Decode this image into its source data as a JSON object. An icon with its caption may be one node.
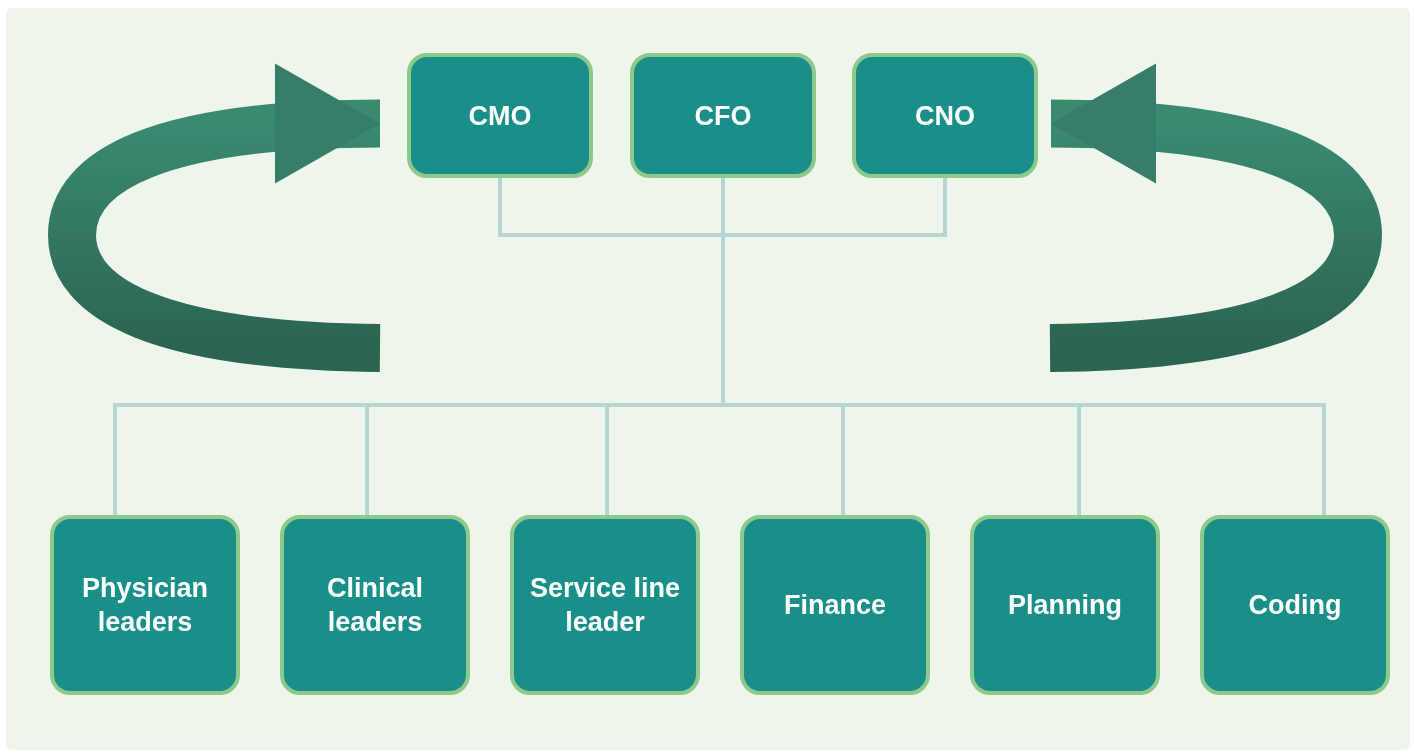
{
  "diagram": {
    "nodes": [
      {
        "text": [
          "CMO"
        ]
      },
      {
        "text": [
          "CFO"
        ]
      },
      {
        "text": [
          "CNO"
        ]
      },
      {
        "text": [
          "Physician leaders"
        ]
      },
      {
        "text": [
          "Clinical leaders"
        ]
      },
      {
        "text": [
          "Service line leader"
        ]
      },
      {
        "text": [
          "Finance"
        ]
      },
      {
        "text": [
          "Planning"
        ]
      },
      {
        "text": [
          "Coding"
        ]
      }
    ],
    "edges": [
      {
        "from": null,
        "to": 0,
        "arrow": "to",
        "style": "thick"
      },
      {
        "from": null,
        "to": 2,
        "arrow": "to",
        "style": "thick"
      },
      {
        "from": 0,
        "to": 3,
        "arrow": "none"
      },
      {
        "from": 0,
        "to": 4,
        "arrow": "none"
      },
      {
        "from": 0,
        "to": 5,
        "arrow": "none"
      },
      {
        "from": 0,
        "to": 6,
        "arrow": "none"
      },
      {
        "from": 0,
        "to": 7,
        "arrow": "none"
      },
      {
        "from": 0,
        "to": 8,
        "arrow": "none"
      },
      {
        "from": 1,
        "to": 3,
        "arrow": "none"
      },
      {
        "from": 1,
        "to": 4,
        "arrow": "none"
      },
      {
        "from": 1,
        "to": 5,
        "arrow": "none"
      },
      {
        "from": 1,
        "to": 6,
        "arrow": "none"
      },
      {
        "from": 1,
        "to": 7,
        "arrow": "none"
      },
      {
        "from": 1,
        "to": 8,
        "arrow": "none"
      },
      {
        "from": 2,
        "to": 3,
        "arrow": "none"
      },
      {
        "from": 2,
        "to": 4,
        "arrow": "none"
      },
      {
        "from": 2,
        "to": 5,
        "arrow": "none"
      },
      {
        "from": 2,
        "to": 6,
        "arrow": "none"
      },
      {
        "from": 2,
        "to": 7,
        "arrow": "none"
      },
      {
        "from": 2,
        "to": 8,
        "arrow": "none"
      }
    ]
  }
}
